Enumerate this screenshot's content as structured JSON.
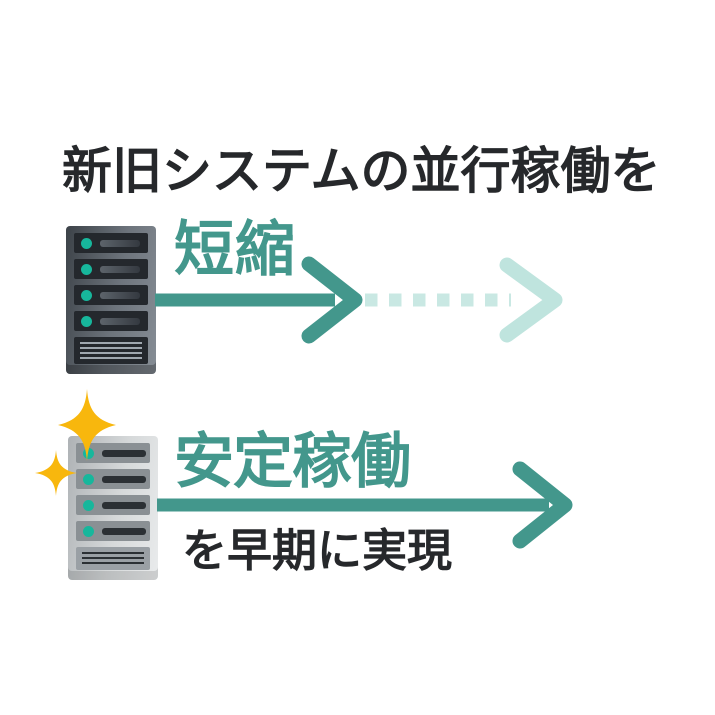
{
  "diagram": {
    "title": "新旧システムの並行稼働を",
    "old_system": {
      "icon": "server-rack-icon",
      "label": "短縮",
      "arrow": "arrow-right-solid-then-dotted",
      "led_count": 4
    },
    "new_system": {
      "icon": "server-rack-icon",
      "decoration": "sparkle-icon",
      "label": "安定稼働",
      "sublabel": "を早期に実現",
      "arrow": "arrow-right-solid",
      "led_count": 4
    }
  },
  "colors": {
    "teal": "#43978C",
    "teal-light": "#C9E8E3",
    "teal-pale": "#BFE4DE",
    "gold": "#F8B70D",
    "text-dark": "#26282B",
    "led-teal": "#17B79C"
  }
}
